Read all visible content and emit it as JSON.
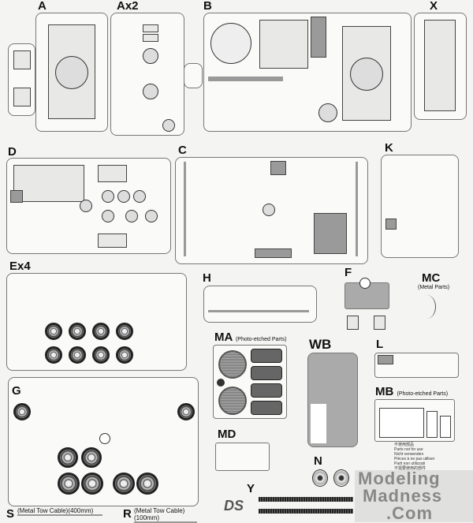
{
  "sprues": {
    "A": "A",
    "Ax2": "Ax2",
    "B": "B",
    "X": "X",
    "D": "D",
    "C": "C",
    "K": "K",
    "Ex4": "Ex4",
    "H": "H",
    "F": "F",
    "WB": "WB",
    "L": "L",
    "G": "G",
    "MD": "MD",
    "N": "N",
    "Y": "Y"
  },
  "metal": {
    "MC": "MC",
    "MC_note": "(Metal Parts)",
    "MA": "MA",
    "MA_note": "(Photo-etched Parts)",
    "MB": "MB",
    "MB_note": "(Photo-etched Parts)"
  },
  "cables": {
    "S": "S",
    "S_note": "(Metal Tow Cable)(400mm)",
    "R": "R",
    "R_note": "(Metal Tow Cable)(100mm)"
  },
  "logo": "DS",
  "watermark": {
    "line1": "Modeling",
    "line2": "Madness",
    "line3": ".Com",
    "notes": [
      "不使用部品",
      "Parts not for use",
      "Nicht verwenden",
      "Pièces à ne pas utiliser",
      "Parti non utilizzati",
      "不需要使用的部件"
    ]
  },
  "colors": {
    "sprue_border": "#777777",
    "shaded": "#9a9a9a",
    "watermark": "#888888"
  }
}
